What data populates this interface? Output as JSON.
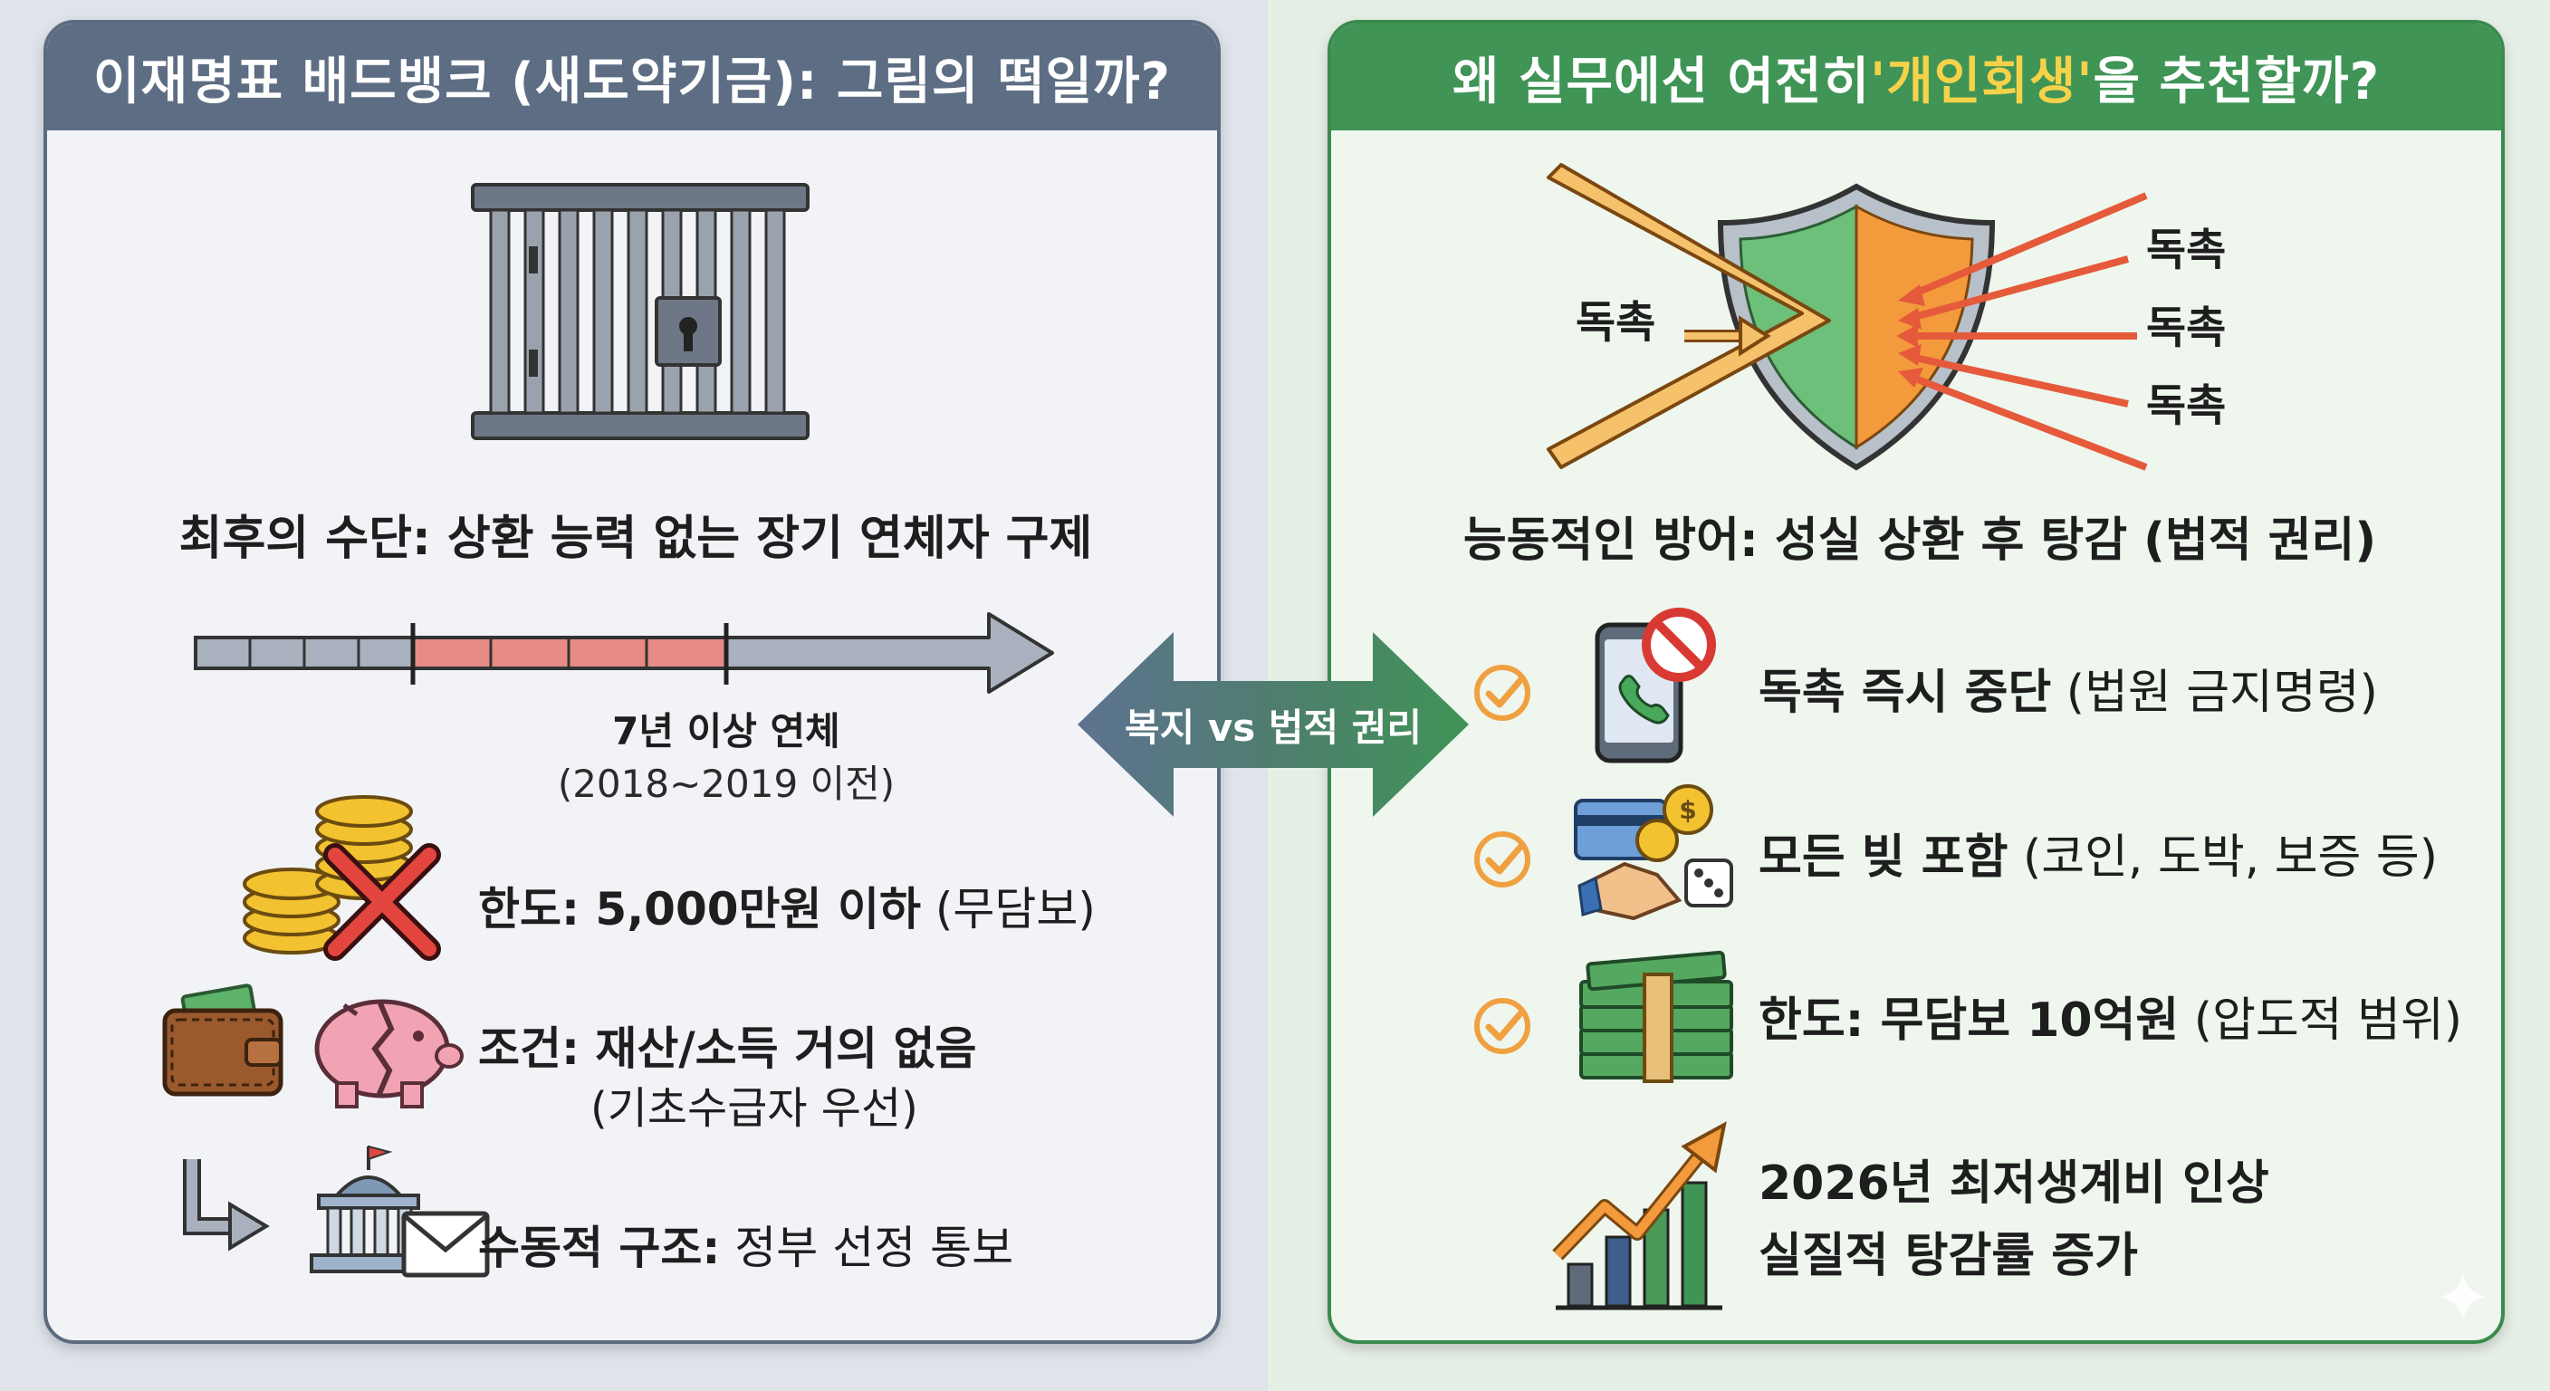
{
  "left": {
    "title": "이재명표 배드뱅크 (새도약기금): 그림의 떡일까?",
    "last_resort": "최후의 수단: 상환 능력 없는 장기 연체자 구제",
    "overdue_label": "7년 이상 연체",
    "overdue_period": "(2018~2019 이전)",
    "limit_strong": "한도: 5,000만원 이하",
    "limit_weak": " (무담보)",
    "condition_strong": "조건: 재산/소득 거의 없음",
    "condition_sub": "(기초수급자 우선)",
    "passive_strong": "수동적 구조:",
    "passive_weak": " 정부 선정 통보"
  },
  "center": {
    "label": "복지 vs 법적 권리"
  },
  "right": {
    "title_pre": "왜 실무에선 여전히 ",
    "title_hl": "'개인회생'",
    "title_post": "을 추천할까?",
    "shield_label_left": "독촉",
    "shield_label_1": "독촉",
    "shield_label_2": "독촉",
    "shield_label_3": "독촉",
    "defense": "능동적인 방어: 성실 상환 후 탕감 (법적 권리)",
    "item1_strong": "독촉 즉시 중단",
    "item1_weak": " (법원 금지명령)",
    "item2_strong": "모든 빚 포함",
    "item2_weak": " (코인, 도박, 보증 등)",
    "item3_strong": "한도: 무담보 10억원",
    "item3_weak": " (압도적 범위)",
    "item4_line1": "2026년 최저생계비 인상",
    "item4_line2": "실질적 탕감률 증가"
  },
  "icons": [
    "jail-bars-icon",
    "lock-icon",
    "timeline-arrow-icon",
    "coins-icon",
    "x-mark-icon",
    "wallet-icon",
    "broken-piggy-bank-icon",
    "turn-arrow-icon",
    "government-building-icon",
    "mail-icon",
    "double-arrow-icon",
    "shield-icon",
    "phone-blocked-icon",
    "money-handshake-icon",
    "cash-stack-icon",
    "growth-chart-icon",
    "checkmark-icon",
    "sparkle-icon"
  ],
  "colors": {
    "left_header": "#5d6d83",
    "right_header": "#3f9456",
    "highlight": "#f6d24a",
    "overdue_red": "#e88a86",
    "check_orange": "#f0a040",
    "shield_green": "#6cc07a",
    "shield_orange": "#f39a3c"
  }
}
